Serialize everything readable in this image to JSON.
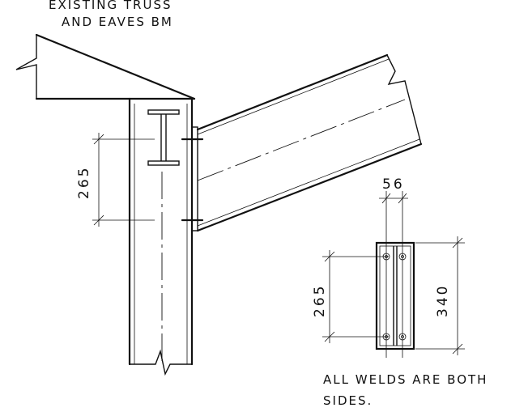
{
  "notes": {
    "top_label_line1": "EXISTING TRUSS",
    "top_label_line2": "AND EAVES BM",
    "bottom_note_line1": "ALL WELDS ARE BOTH",
    "bottom_note_line2": "SIDES."
  },
  "dimensions": {
    "elevation_spacing": "265",
    "plate_width": "56",
    "plate_bolt_spacing": "265",
    "plate_height": "340"
  }
}
